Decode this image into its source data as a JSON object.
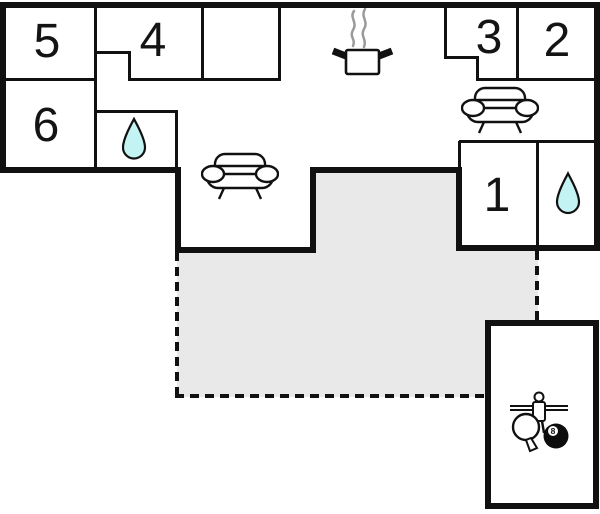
{
  "title": "holiday-home-floor-plan",
  "colors": {
    "wall": "#111111",
    "terrace": "#e9e9e9",
    "drop": "#c4f3f3",
    "steam": "#9a9a9a",
    "ball": "#0d0d0d"
  },
  "room_labels": {
    "r1": "1",
    "r2": "2",
    "r3": "3",
    "r4": "4",
    "r5": "5",
    "r6": "6"
  },
  "game_room": {
    "ball_label": "8"
  },
  "icons": {
    "bathroom_left": "water-drop-icon",
    "bathroom_right": "water-drop-icon",
    "living_area_left": "sofa-icon",
    "living_area_right": "sofa-icon",
    "kitchen": "cooking-pot-icon",
    "game_room": [
      "foosball-player-icon",
      "table-tennis-paddle-icon",
      "billiard-8-ball-icon"
    ]
  }
}
